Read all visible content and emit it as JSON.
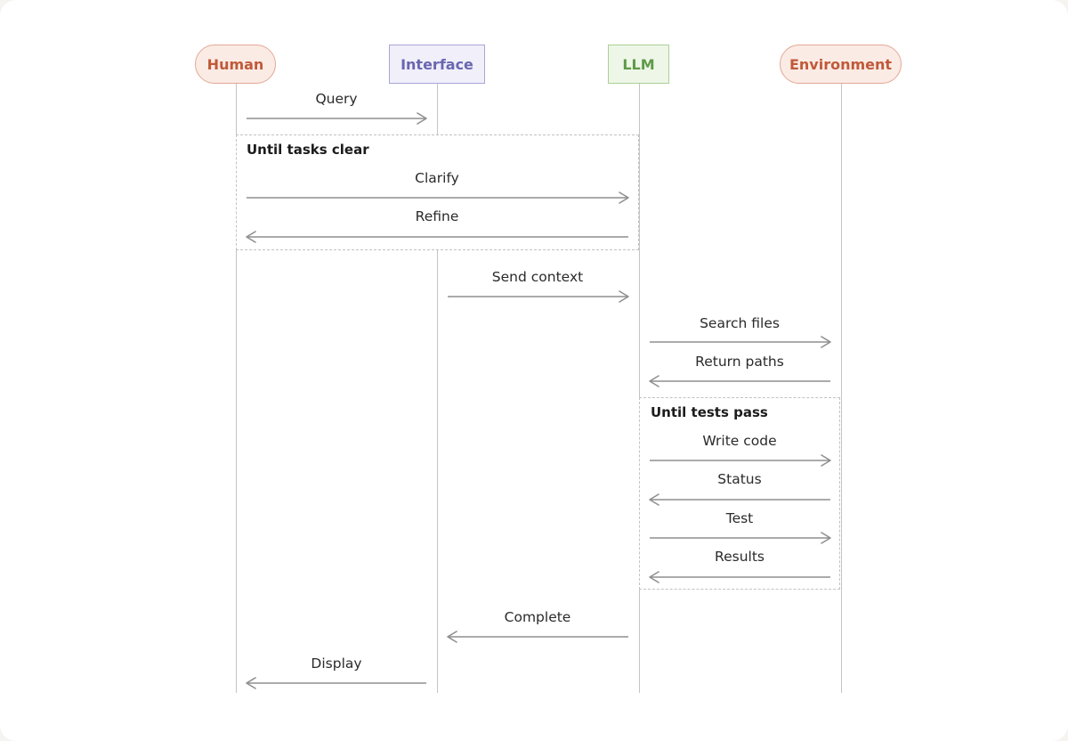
{
  "participants": [
    {
      "label": "Human",
      "color": "#c05a3a"
    },
    {
      "label": "Interface",
      "color": "#6a66b0"
    },
    {
      "label": "LLM",
      "color": "#5e9a48"
    },
    {
      "label": "Environment",
      "color": "#c05a3a"
    }
  ],
  "loops": [
    {
      "label": "Until tasks clear"
    },
    {
      "label": "Until tests pass"
    }
  ],
  "messages": [
    {
      "label": "Query",
      "from": "Human",
      "to": "Interface"
    },
    {
      "label": "Clarify",
      "from": "Human",
      "to": "LLM"
    },
    {
      "label": "Refine",
      "from": "LLM",
      "to": "Human"
    },
    {
      "label": "Send context",
      "from": "Interface",
      "to": "LLM"
    },
    {
      "label": "Search files",
      "from": "LLM",
      "to": "Environment"
    },
    {
      "label": "Return paths",
      "from": "Environment",
      "to": "LLM"
    },
    {
      "label": "Write code",
      "from": "LLM",
      "to": "Environment"
    },
    {
      "label": "Status",
      "from": "Environment",
      "to": "LLM"
    },
    {
      "label": "Test",
      "from": "LLM",
      "to": "Environment"
    },
    {
      "label": "Results",
      "from": "Environment",
      "to": "LLM"
    },
    {
      "label": "Complete",
      "from": "LLM",
      "to": "Interface"
    },
    {
      "label": "Display",
      "from": "Interface",
      "to": "Human"
    }
  ]
}
